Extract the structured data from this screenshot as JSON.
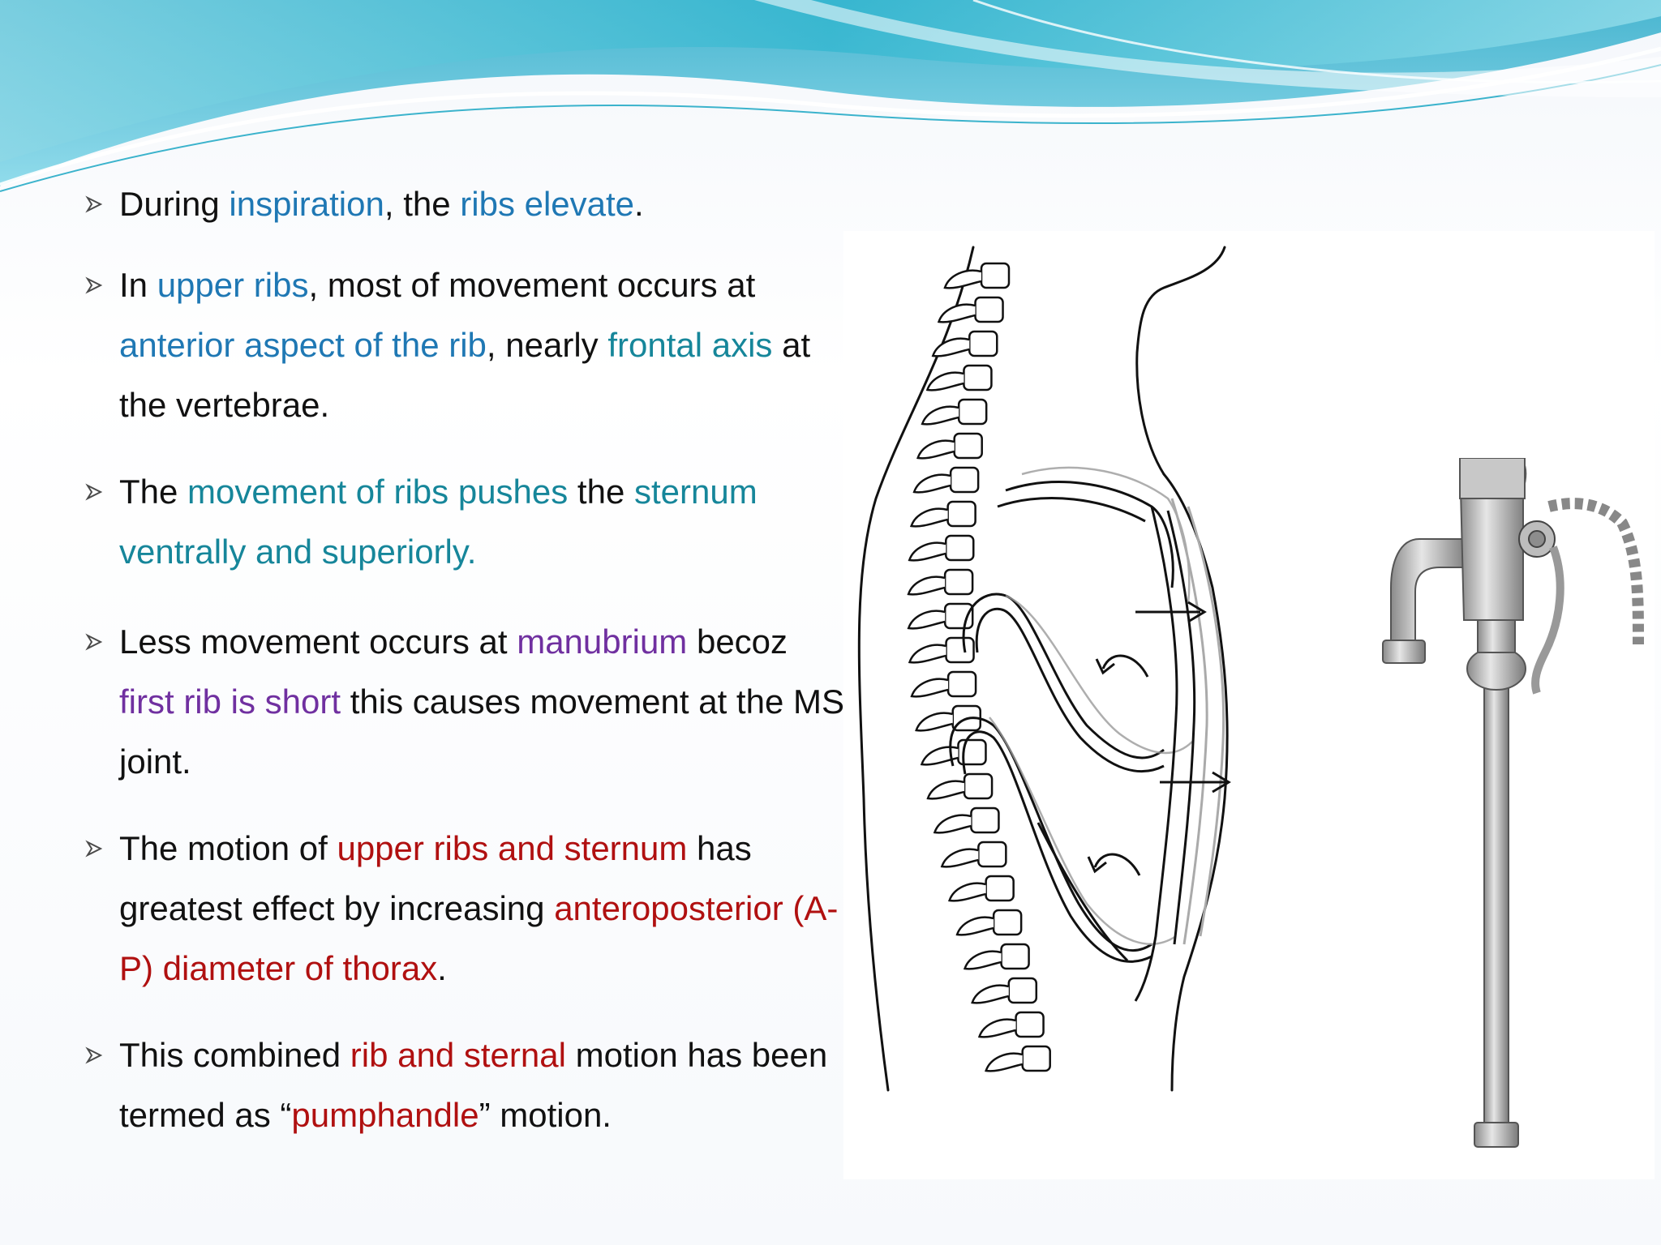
{
  "bullets": [
    {
      "segments": [
        {
          "text": "During ",
          "color": "#111111"
        },
        {
          "text": "inspiration",
          "color": "#1f78b4"
        },
        {
          "text": ", the ",
          "color": "#111111"
        },
        {
          "text": "ribs elevate",
          "color": "#1f78b4"
        },
        {
          "text": ".",
          "color": "#111111"
        }
      ]
    },
    {
      "segments": [
        {
          "text": "In ",
          "color": "#111111"
        },
        {
          "text": "upper ribs",
          "color": "#1f78b4"
        },
        {
          "text": ", most of movement occurs at ",
          "color": "#111111"
        },
        {
          "text": "anterior aspect of the rib",
          "color": "#1f78b4"
        },
        {
          "text": ", nearly ",
          "color": "#111111"
        },
        {
          "text": "frontal axis",
          "color": "#16869a"
        },
        {
          "text": " at the vertebrae.",
          "color": "#111111"
        }
      ]
    },
    {
      "segments": [
        {
          "text": "The ",
          "color": "#111111"
        },
        {
          "text": "movement of ribs pushes",
          "color": "#16869a"
        },
        {
          "text": " the ",
          "color": "#111111"
        },
        {
          "text": "sternum ventrally and superiorly.",
          "color": "#16869a"
        }
      ]
    },
    {
      "segments": [
        {
          "text": "Less movement occurs at ",
          "color": "#111111"
        },
        {
          "text": "manubrium",
          "color": "#7030a0"
        },
        {
          "text": " becoz ",
          "color": "#111111"
        },
        {
          "text": "first rib is short",
          "color": "#7030a0"
        },
        {
          "text": " this causes movement at the MS joint.",
          "color": "#111111"
        }
      ]
    },
    {
      "segments": [
        {
          "text": "The motion of ",
          "color": "#111111"
        },
        {
          "text": "upper ribs and sternum",
          "color": "#b01010"
        },
        {
          "text": " has greatest effect by increasing ",
          "color": "#111111"
        },
        {
          "text": "anteroposterior (A-P) diameter of  thorax",
          "color": "#b01010"
        },
        {
          "text": ".",
          "color": "#111111"
        }
      ]
    },
    {
      "segments": [
        {
          "text": "This combined ",
          "color": "#111111"
        },
        {
          "text": "rib and sternal",
          "color": "#b01010"
        },
        {
          "text": " motion has been termed as “",
          "color": "#111111"
        },
        {
          "text": "pumphandle",
          "color": "#b01010"
        },
        {
          "text": "” motion.",
          "color": "#111111"
        }
      ]
    }
  ],
  "colors": {
    "accent_blue": "#1f78b4",
    "accent_teal": "#16869a",
    "accent_purple": "#7030a0",
    "accent_red": "#b01010",
    "header_wave": "#4fc3d6"
  },
  "icons": {
    "bullet": "arrowhead-bullet-icon",
    "thorax_diagram": "rib-cage-lateral-view-icon",
    "pump_handle": "pump-handle-icon"
  }
}
